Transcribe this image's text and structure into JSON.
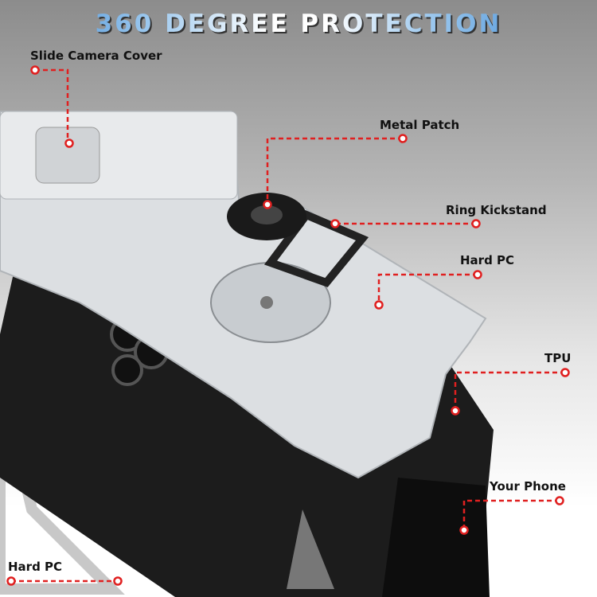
{
  "title": "360 DEGREE PROTECTION",
  "callouts": [
    {
      "label": "Slide Camera Cover"
    },
    {
      "label": "Metal Patch"
    },
    {
      "label": "Ring Kickstand"
    },
    {
      "label": "Hard PC"
    },
    {
      "label": "TPU"
    },
    {
      "label": "Your Phone"
    },
    {
      "label": "Hard PC"
    }
  ],
  "colors": {
    "callout_line": "#e02020",
    "title_blue": "#2f80d0"
  }
}
